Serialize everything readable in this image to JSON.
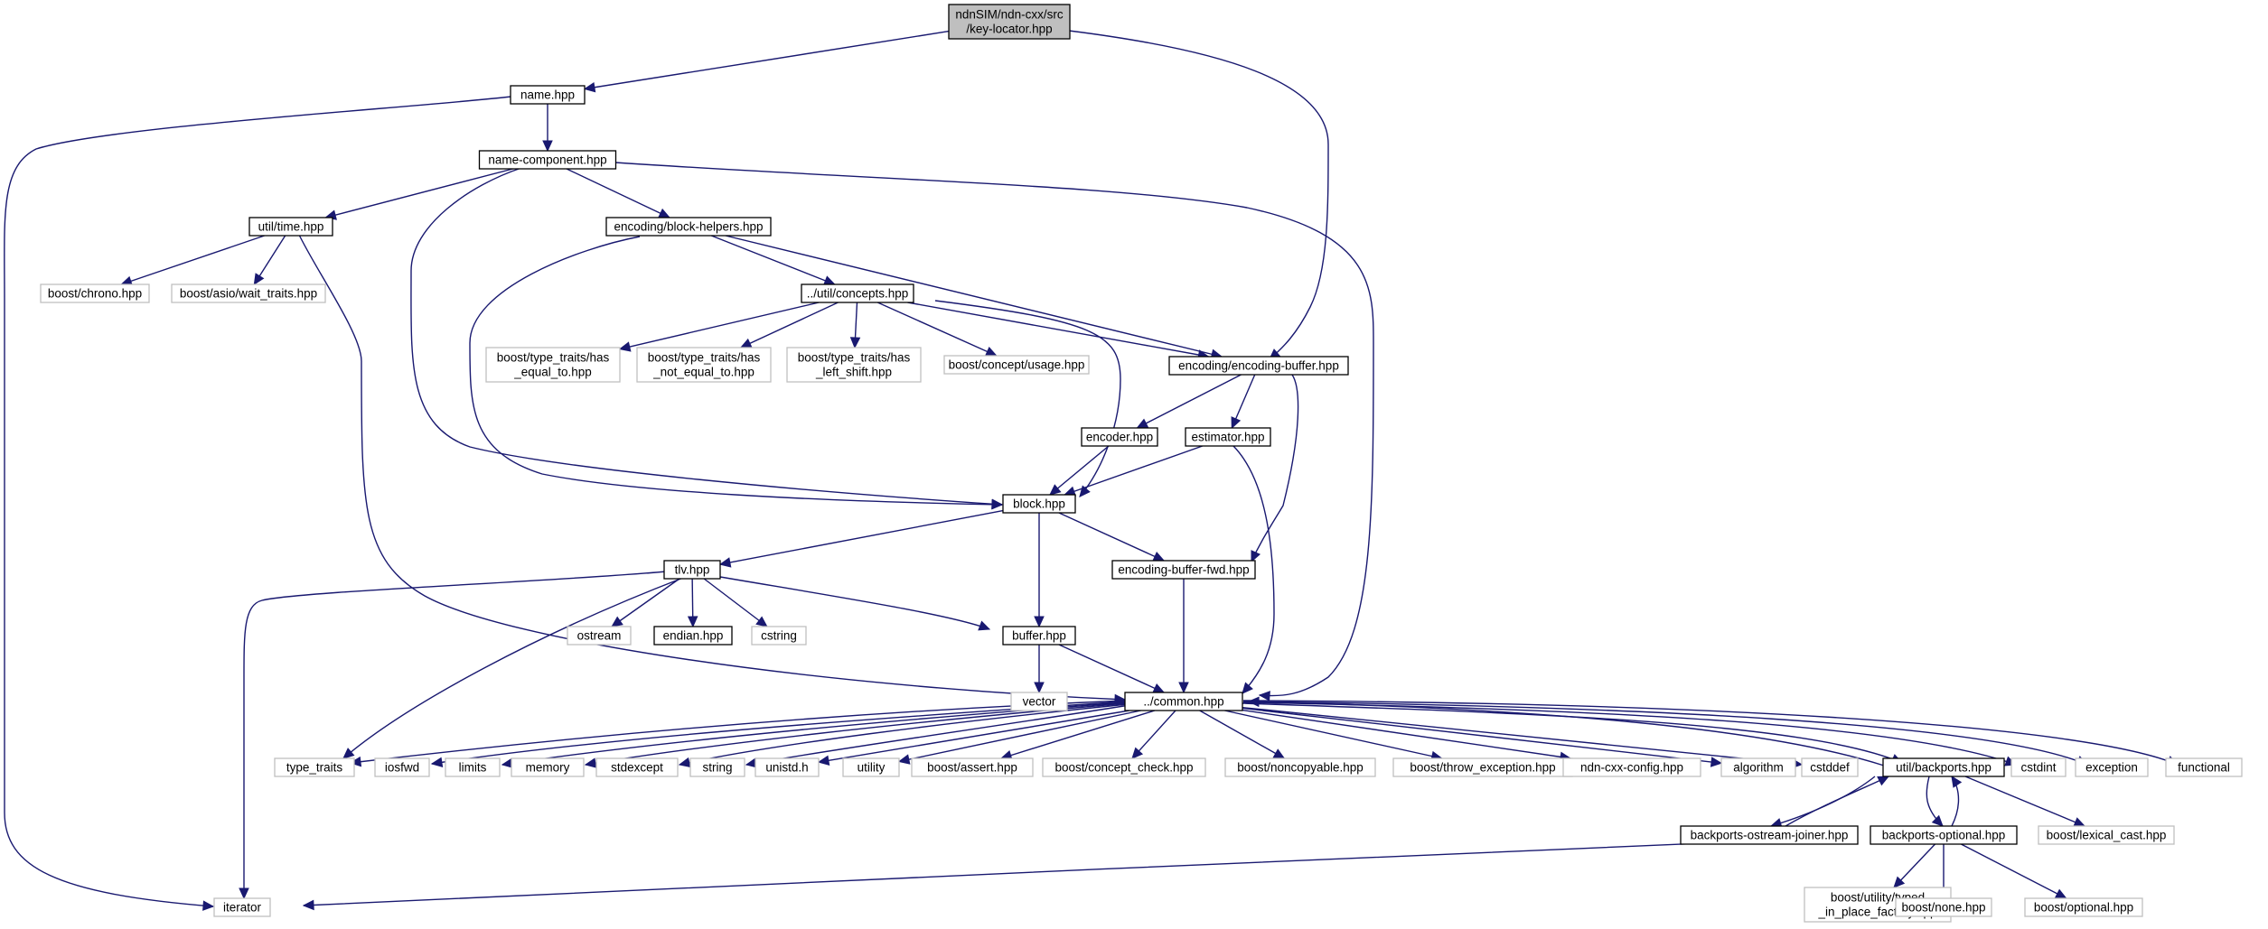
{
  "graph": {
    "colors": {
      "edge": "#191970",
      "root_fill": "#bfbfbf",
      "documented_border": "#000000",
      "external_border": "#bfbfbf",
      "node_fill": "#ffffff"
    },
    "nodes": [
      {
        "id": "root",
        "lines": [
          "ndnSIM/ndn-cxx/src",
          "/key-locator.hpp"
        ],
        "kind": "root"
      },
      {
        "id": "name",
        "lines": [
          "name.hpp"
        ],
        "kind": "doc"
      },
      {
        "id": "namecomp",
        "lines": [
          "name-component.hpp"
        ],
        "kind": "doc"
      },
      {
        "id": "utiltime",
        "lines": [
          "util/time.hpp"
        ],
        "kind": "doc"
      },
      {
        "id": "blockhelpers",
        "lines": [
          "encoding/block-helpers.hpp"
        ],
        "kind": "doc"
      },
      {
        "id": "chrono",
        "lines": [
          "boost/chrono.hpp"
        ],
        "kind": "ext"
      },
      {
        "id": "waittraits",
        "lines": [
          "boost/asio/wait_traits.hpp"
        ],
        "kind": "ext"
      },
      {
        "id": "concepts",
        "lines": [
          "../util/concepts.hpp"
        ],
        "kind": "doc"
      },
      {
        "id": "hasequal",
        "lines": [
          "boost/type_traits/has",
          "_equal_to.hpp"
        ],
        "kind": "ext"
      },
      {
        "id": "hasnotequal",
        "lines": [
          "boost/type_traits/has",
          "_not_equal_to.hpp"
        ],
        "kind": "ext"
      },
      {
        "id": "hasleftshift",
        "lines": [
          "boost/type_traits/has",
          "_left_shift.hpp"
        ],
        "kind": "ext"
      },
      {
        "id": "conceptusage",
        "lines": [
          "boost/concept/usage.hpp"
        ],
        "kind": "ext"
      },
      {
        "id": "encbuf",
        "lines": [
          "encoding/encoding-buffer.hpp"
        ],
        "kind": "doc"
      },
      {
        "id": "encoder",
        "lines": [
          "encoder.hpp"
        ],
        "kind": "doc"
      },
      {
        "id": "estimator",
        "lines": [
          "estimator.hpp"
        ],
        "kind": "doc"
      },
      {
        "id": "block",
        "lines": [
          "block.hpp"
        ],
        "kind": "doc"
      },
      {
        "id": "tlv",
        "lines": [
          "tlv.hpp"
        ],
        "kind": "doc"
      },
      {
        "id": "encbuffwd",
        "lines": [
          "encoding-buffer-fwd.hpp"
        ],
        "kind": "doc"
      },
      {
        "id": "ostream",
        "lines": [
          "ostream"
        ],
        "kind": "ext"
      },
      {
        "id": "endian",
        "lines": [
          "endian.hpp"
        ],
        "kind": "doc"
      },
      {
        "id": "cstring",
        "lines": [
          "cstring"
        ],
        "kind": "ext"
      },
      {
        "id": "buffer",
        "lines": [
          "buffer.hpp"
        ],
        "kind": "doc"
      },
      {
        "id": "vector",
        "lines": [
          "vector"
        ],
        "kind": "ext"
      },
      {
        "id": "common",
        "lines": [
          "../common.hpp"
        ],
        "kind": "doc"
      },
      {
        "id": "type_traits",
        "lines": [
          "type_traits"
        ],
        "kind": "ext"
      },
      {
        "id": "iosfwd",
        "lines": [
          "iosfwd"
        ],
        "kind": "ext"
      },
      {
        "id": "limits",
        "lines": [
          "limits"
        ],
        "kind": "ext"
      },
      {
        "id": "memory",
        "lines": [
          "memory"
        ],
        "kind": "ext"
      },
      {
        "id": "stdexcept",
        "lines": [
          "stdexcept"
        ],
        "kind": "ext"
      },
      {
        "id": "string",
        "lines": [
          "string"
        ],
        "kind": "ext"
      },
      {
        "id": "unistd",
        "lines": [
          "unistd.h"
        ],
        "kind": "ext"
      },
      {
        "id": "utility",
        "lines": [
          "utility"
        ],
        "kind": "ext"
      },
      {
        "id": "bassert",
        "lines": [
          "boost/assert.hpp"
        ],
        "kind": "ext"
      },
      {
        "id": "bconcheck",
        "lines": [
          "boost/concept_check.hpp"
        ],
        "kind": "ext"
      },
      {
        "id": "bnoncopy",
        "lines": [
          "boost/noncopyable.hpp"
        ],
        "kind": "ext"
      },
      {
        "id": "bthrow",
        "lines": [
          "boost/throw_exception.hpp"
        ],
        "kind": "ext"
      },
      {
        "id": "ndnconfig",
        "lines": [
          "ndn-cxx-config.hpp"
        ],
        "kind": "ext"
      },
      {
        "id": "algorithm",
        "lines": [
          "algorithm"
        ],
        "kind": "ext"
      },
      {
        "id": "cstddef",
        "lines": [
          "cstddef"
        ],
        "kind": "ext"
      },
      {
        "id": "backports",
        "lines": [
          "util/backports.hpp"
        ],
        "kind": "doc"
      },
      {
        "id": "cstdint",
        "lines": [
          "cstdint"
        ],
        "kind": "ext"
      },
      {
        "id": "exception",
        "lines": [
          "exception"
        ],
        "kind": "ext"
      },
      {
        "id": "functional",
        "lines": [
          "functional"
        ],
        "kind": "ext"
      },
      {
        "id": "bpostream",
        "lines": [
          "backports-ostream-joiner.hpp"
        ],
        "kind": "doc"
      },
      {
        "id": "bpoptional",
        "lines": [
          "backports-optional.hpp"
        ],
        "kind": "doc"
      },
      {
        "id": "blexical",
        "lines": [
          "boost/lexical_cast.hpp"
        ],
        "kind": "ext"
      },
      {
        "id": "iterator",
        "lines": [
          "iterator"
        ],
        "kind": "ext"
      },
      {
        "id": "butility",
        "lines": [
          "boost/utility/typed",
          "_in_place_factory.hpp"
        ],
        "kind": "ext"
      },
      {
        "id": "bnone",
        "lines": [
          "boost/none.hpp"
        ],
        "kind": "ext"
      },
      {
        "id": "boptional",
        "lines": [
          "boost/optional.hpp"
        ],
        "kind": "ext"
      }
    ],
    "edges": [
      [
        "root",
        "name"
      ],
      [
        "root",
        "encbuf"
      ],
      [
        "name",
        "namecomp"
      ],
      [
        "name",
        "iterator"
      ],
      [
        "namecomp",
        "utiltime"
      ],
      [
        "namecomp",
        "blockhelpers"
      ],
      [
        "namecomp",
        "block"
      ],
      [
        "namecomp",
        "common"
      ],
      [
        "utiltime",
        "chrono"
      ],
      [
        "utiltime",
        "waittraits"
      ],
      [
        "utiltime",
        "common"
      ],
      [
        "blockhelpers",
        "concepts"
      ],
      [
        "blockhelpers",
        "encbuf"
      ],
      [
        "blockhelpers",
        "block"
      ],
      [
        "concepts",
        "hasequal"
      ],
      [
        "concepts",
        "hasnotequal"
      ],
      [
        "concepts",
        "hasleftshift"
      ],
      [
        "concepts",
        "conceptusage"
      ],
      [
        "concepts",
        "encbuf"
      ],
      [
        "concepts",
        "block"
      ],
      [
        "encbuf",
        "encoder"
      ],
      [
        "encbuf",
        "estimator"
      ],
      [
        "encbuf",
        "encbuffwd"
      ],
      [
        "encoder",
        "block"
      ],
      [
        "estimator",
        "block"
      ],
      [
        "estimator",
        "common"
      ],
      [
        "block",
        "tlv"
      ],
      [
        "block",
        "buffer"
      ],
      [
        "block",
        "encbuffwd"
      ],
      [
        "tlv",
        "ostream"
      ],
      [
        "tlv",
        "endian"
      ],
      [
        "tlv",
        "cstring"
      ],
      [
        "tlv",
        "buffer"
      ],
      [
        "tlv",
        "type_traits"
      ],
      [
        "tlv",
        "iterator"
      ],
      [
        "encbuffwd",
        "common"
      ],
      [
        "buffer",
        "vector"
      ],
      [
        "buffer",
        "common"
      ],
      [
        "common",
        "type_traits"
      ],
      [
        "common",
        "iosfwd"
      ],
      [
        "common",
        "limits"
      ],
      [
        "common",
        "memory"
      ],
      [
        "common",
        "stdexcept"
      ],
      [
        "common",
        "string"
      ],
      [
        "common",
        "unistd"
      ],
      [
        "common",
        "utility"
      ],
      [
        "common",
        "bassert"
      ],
      [
        "common",
        "bconcheck"
      ],
      [
        "common",
        "bnoncopy"
      ],
      [
        "common",
        "bthrow"
      ],
      [
        "common",
        "ndnconfig"
      ],
      [
        "common",
        "algorithm"
      ],
      [
        "common",
        "cstddef"
      ],
      [
        "common",
        "backports"
      ],
      [
        "common",
        "cstdint"
      ],
      [
        "common",
        "exception"
      ],
      [
        "common",
        "functional"
      ],
      [
        "backports",
        "common"
      ],
      [
        "backports",
        "bpostream"
      ],
      [
        "backports",
        "bpoptional"
      ],
      [
        "backports",
        "blexical"
      ],
      [
        "bpostream",
        "backports"
      ],
      [
        "bpostream",
        "iterator"
      ],
      [
        "bpoptional",
        "backports"
      ],
      [
        "bpoptional",
        "butility"
      ],
      [
        "bpoptional",
        "bnone"
      ],
      [
        "bpoptional",
        "boptional"
      ]
    ]
  }
}
